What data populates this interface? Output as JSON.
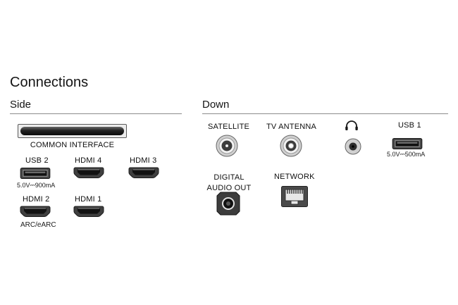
{
  "title": "Connections",
  "side": {
    "heading": "Side",
    "common_interface": "COMMON INTERFACE",
    "usb2_label": "USB 2",
    "usb2_spec": "5.0V⎓900mA",
    "hdmi4_label": "HDMI 4",
    "hdmi3_label": "HDMI 3",
    "hdmi2_label": "HDMI 2",
    "hdmi2_sub": "ARC/eARC",
    "hdmi1_label": "HDMI 1"
  },
  "down": {
    "heading": "Down",
    "satellite_label": "SATELLITE",
    "tv_antenna_label": "TV ANTENNA",
    "usb1_label": "USB 1",
    "usb1_spec": "5.0V⎓500mA",
    "digital_audio_out_label": "DIGITAL AUDIO OUT",
    "network_label": "NETWORK"
  }
}
